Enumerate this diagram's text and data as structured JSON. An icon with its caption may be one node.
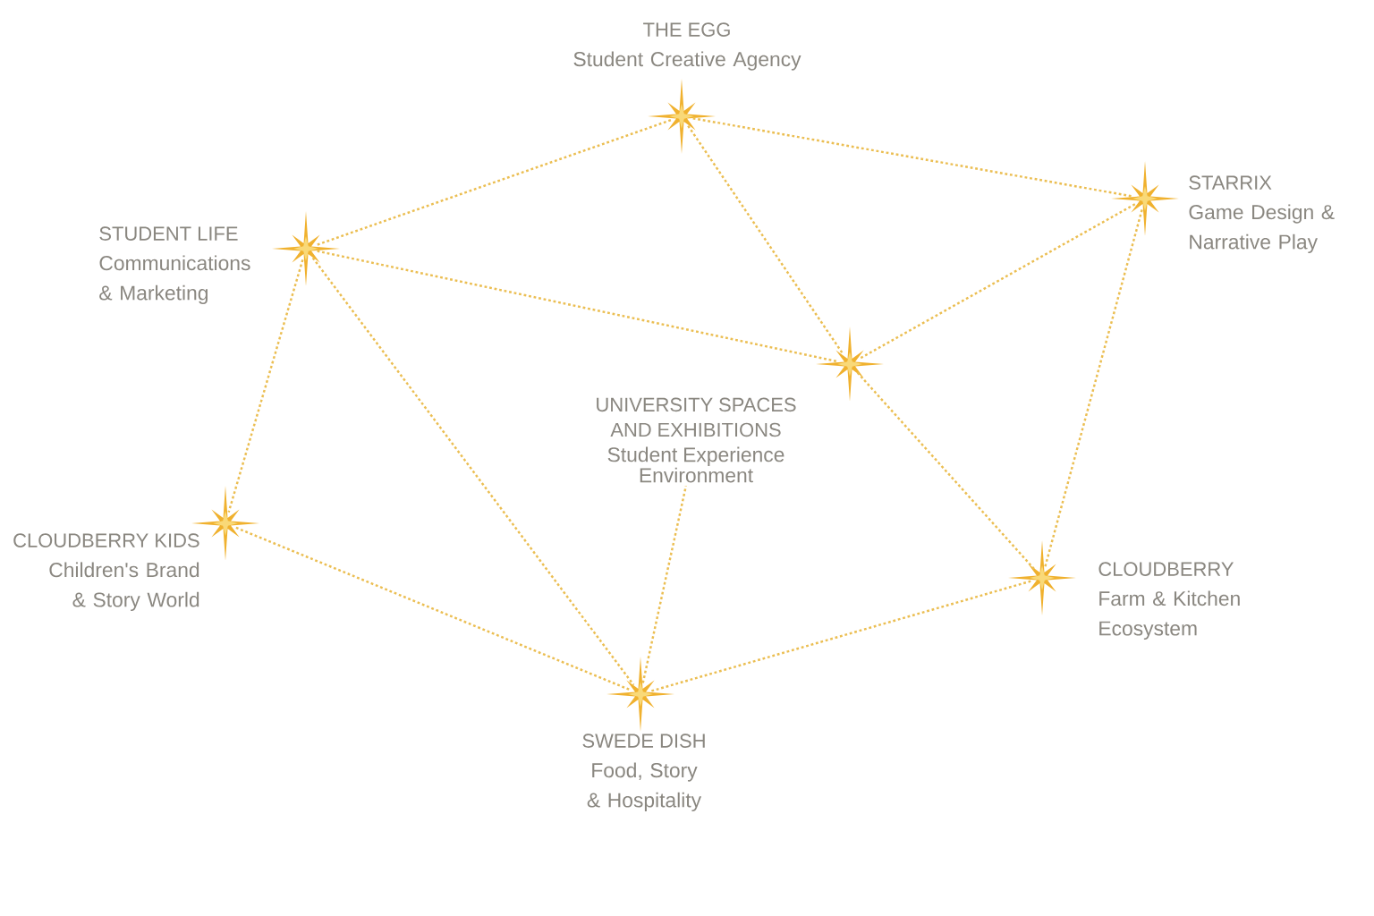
{
  "diagram": {
    "nodes": [
      {
        "text": [
          "THE EGG",
          "Student Creative Agency"
        ]
      },
      {
        "text": [
          "STARRIX",
          "Game Design & Narrative Play"
        ]
      },
      {
        "text": [
          "STUDENT LIFE",
          "Communications & Marketing"
        ]
      },
      {
        "text": [],
        "shape": "star"
      },
      {
        "text": [
          "UNIVERSITY SPACES AND EXHIBITIONS",
          "Student Experience Environment"
        ]
      },
      {
        "text": [
          "CLOUDBERRY KIDS",
          "Children's Brand & Story World"
        ]
      },
      {
        "text": [
          "CLOUDBERRY",
          "Farm & Kitchen Ecosystem"
        ]
      },
      {
        "text": [
          "SWEDE DISH",
          "Food, Story & Hospitality"
        ]
      }
    ],
    "edges": [
      {
        "from": 0,
        "to": 2,
        "arrow": "none"
      },
      {
        "from": 0,
        "to": 1,
        "arrow": "none"
      },
      {
        "from": 0,
        "to": 3,
        "arrow": "none"
      },
      {
        "from": 2,
        "to": 3,
        "arrow": "none"
      },
      {
        "from": 1,
        "to": 3,
        "arrow": "none"
      },
      {
        "from": 2,
        "to": 5,
        "arrow": "none"
      },
      {
        "from": 2,
        "to": 7,
        "arrow": "none"
      },
      {
        "from": 1,
        "to": 6,
        "arrow": "none"
      },
      {
        "from": 3,
        "to": 6,
        "arrow": "none"
      },
      {
        "from": 5,
        "to": 7,
        "arrow": "none"
      },
      {
        "from": 7,
        "to": 6,
        "arrow": "none"
      },
      {
        "from": 7,
        "to": 4,
        "arrow": "none"
      }
    ]
  }
}
